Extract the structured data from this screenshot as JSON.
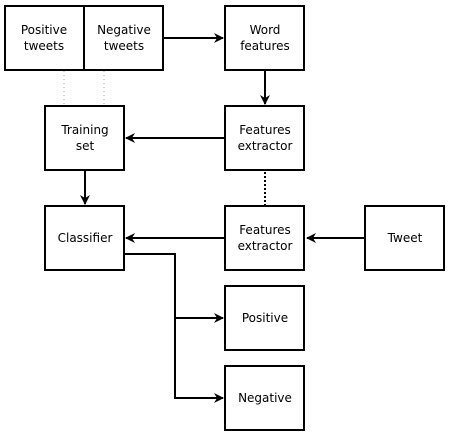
{
  "nodes": {
    "positive_tweets": [
      "Positive",
      "tweets"
    ],
    "negative_tweets": [
      "Negative",
      "tweets"
    ],
    "word_features": [
      "Word",
      "features"
    ],
    "training_set": [
      "Training",
      "set"
    ],
    "features_extractor_top": [
      "Features",
      "extractor"
    ],
    "classifier": [
      "Classifier"
    ],
    "features_extractor_bottom": [
      "Features",
      "extractor"
    ],
    "tweet": [
      "Tweet"
    ],
    "positive": [
      "Positive"
    ],
    "negative": [
      "Negative"
    ]
  }
}
